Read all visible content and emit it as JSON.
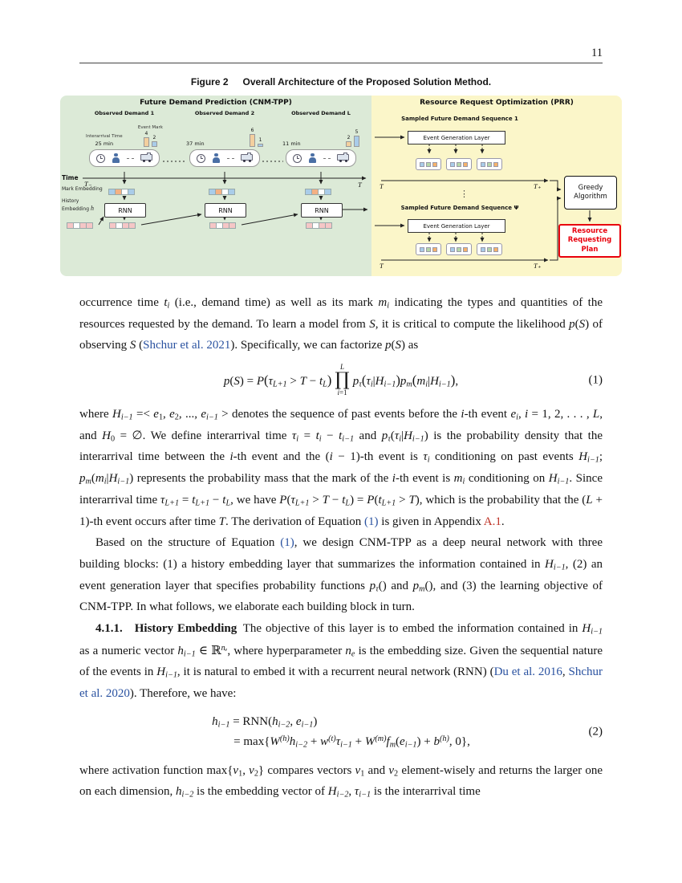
{
  "page_number": "11",
  "figure": {
    "caption": {
      "label": "Figure 2",
      "text": "Overall Architecture of the Proposed Solution Method."
    },
    "colors": {
      "left_bg": "#dcead7",
      "right_bg": "#fbf6c9",
      "plan_red": "#e8000d",
      "link_blue": "#2a52a0",
      "ref_red": "#bf3326"
    },
    "left": {
      "title": "Future Demand Prediction (CNM-TPP)",
      "time_label": "Time",
      "t_start": "T₋",
      "t_end": "T",
      "interarrival_label": "Interarrival Time",
      "event_mark_label": "Event Mark",
      "mark_embedding_label": "Mark Embedding",
      "history_embedding_label": "History Embedding",
      "history_h": "h",
      "rnn_label": "RNN",
      "demands": [
        {
          "label": "Observed Demand 1",
          "minutes": "25 min",
          "bars": [
            {
              "v": 4,
              "c": "#f3cf9e"
            },
            {
              "v": 2,
              "c": "#a9cce9"
            }
          ]
        },
        {
          "label": "Observed Demand 2",
          "minutes": "37 min",
          "bars": [
            {
              "v": 6,
              "c": "#f3cf9e"
            },
            {
              "v": 1,
              "c": "#a9cce9"
            }
          ]
        },
        {
          "label": "Observed Demand L",
          "minutes": "11 min",
          "bars": [
            {
              "v": 2,
              "c": "#f3cf9e"
            },
            {
              "v": 5,
              "c": "#a9cce9"
            }
          ]
        }
      ],
      "mark_cells": [
        "#a9cce9",
        "#f4b183",
        "#ffffff",
        "#a9cce9"
      ],
      "history_cells": [
        "#f5c6c6",
        "#ffffff",
        "#f5c6c6",
        "#f5c6c6"
      ]
    },
    "right": {
      "title": "Resource Request Optimization (PRR)",
      "seq1_label": "Sampled Future Demand Sequence 1",
      "seq2_label": "Sampled Future Demand Sequence Ψ",
      "egl_label": "Event Generation Layer",
      "t_start": "T",
      "t_end": "T₊",
      "ellipsis": "⋮",
      "event_cells": [
        "#a9cce9",
        "#b6d7a8",
        "#f6b26b"
      ],
      "greedy_label": "Greedy Algorithm",
      "plan_label": "Resource Requesting Plan"
    }
  },
  "body": {
    "para1": [
      "occurrence time ",
      {
        "t": "t",
        "s": "i"
      },
      {
        "t": "i",
        "s": "i sub"
      },
      " (i.e., demand time) as well as its mark ",
      {
        "t": "m",
        "s": "i"
      },
      {
        "t": "i",
        "s": "i sub"
      },
      " indicating the types and quantities of the resources requested by the demand. To learn a model from ",
      {
        "t": "S",
        "s": "i"
      },
      ", it is critical to compute the likelihood ",
      {
        "t": "p",
        "s": "i"
      },
      "(",
      {
        "t": "S",
        "s": "i"
      },
      ") of observing ",
      {
        "t": "S",
        "s": "i"
      },
      " (",
      {
        "t": "Shchur et al. 2021",
        "s": "a"
      },
      "). Specifically, we can factorize ",
      {
        "t": "p",
        "s": "i"
      },
      "(",
      {
        "t": "S",
        "s": "i"
      },
      ") as"
    ],
    "eq1": {
      "left": [
        {
          "t": "p",
          "s": "i"
        },
        "(",
        {
          "t": "S",
          "s": "i"
        },
        ") = ",
        {
          "t": "P",
          "s": "i"
        },
        {
          "t": "(",
          "s": "big"
        },
        {
          "t": "τ",
          "s": "i"
        },
        {
          "t": "L+1",
          "s": "i sub"
        },
        " > ",
        {
          "t": "T",
          "s": "i"
        },
        " − ",
        {
          "t": "t",
          "s": "i"
        },
        {
          "t": "L",
          "s": "i sub"
        },
        {
          "t": ")",
          "s": "big"
        }
      ],
      "prod_top": "L",
      "prod_sym": "∏",
      "prod_bot": [
        {
          "t": "i",
          "s": "i"
        },
        "=1"
      ],
      "right": [
        {
          "t": "p",
          "s": "i"
        },
        {
          "t": "τ",
          "s": "i sub"
        },
        {
          "t": "(",
          "s": "big"
        },
        {
          "t": "τ",
          "s": "i"
        },
        {
          "t": "i",
          "s": "i sub"
        },
        "|",
        {
          "t": "H",
          "s": "cal"
        },
        {
          "t": "i−1",
          "s": "i sub"
        },
        {
          "t": ")",
          "s": "big"
        },
        {
          "t": "p",
          "s": "i"
        },
        {
          "t": "m",
          "s": "i sub"
        },
        {
          "t": "(",
          "s": "big"
        },
        {
          "t": "m",
          "s": "i"
        },
        {
          "t": "i",
          "s": "i sub"
        },
        "|",
        {
          "t": "H",
          "s": "cal"
        },
        {
          "t": "i−1",
          "s": "i sub"
        },
        {
          "t": ")",
          "s": "big"
        },
        ","
      ],
      "number": "(1)"
    },
    "para2": [
      "where ",
      {
        "t": "H",
        "s": "cal"
      },
      {
        "t": "i−1",
        "s": "i sub"
      },
      " =< ",
      {
        "t": "e",
        "s": "i"
      },
      {
        "t": "1",
        "s": "sub"
      },
      ", ",
      {
        "t": "e",
        "s": "i"
      },
      {
        "t": "2",
        "s": "sub"
      },
      ", ..., ",
      {
        "t": "e",
        "s": "i"
      },
      {
        "t": "i−1",
        "s": "i sub"
      },
      " > denotes the sequence of past events before the ",
      {
        "t": "i",
        "s": "i"
      },
      "-th event ",
      {
        "t": "e",
        "s": "i"
      },
      {
        "t": "i",
        "s": "i sub"
      },
      ", ",
      {
        "t": "i",
        "s": "i"
      },
      " = 1, 2, . . . , ",
      {
        "t": "L",
        "s": "i"
      },
      ", and ",
      {
        "t": "H",
        "s": "cal"
      },
      {
        "t": "0",
        "s": "sub"
      },
      " = ∅. We define interarrival time ",
      {
        "t": "τ",
        "s": "i"
      },
      {
        "t": "i",
        "s": "i sub"
      },
      " = ",
      {
        "t": "t",
        "s": "i"
      },
      {
        "t": "i",
        "s": "i sub"
      },
      " − ",
      {
        "t": "t",
        "s": "i"
      },
      {
        "t": "i−1",
        "s": "i sub"
      },
      " and ",
      {
        "t": "p",
        "s": "i"
      },
      {
        "t": "τ",
        "s": "i sub"
      },
      "(",
      {
        "t": "τ",
        "s": "i"
      },
      {
        "t": "i",
        "s": "i sub"
      },
      "|",
      {
        "t": "H",
        "s": "cal"
      },
      {
        "t": "i−1",
        "s": "i sub"
      },
      ")",
      " is the probability density that the interarrival time between the ",
      {
        "t": "i",
        "s": "i"
      },
      "-th event and the (",
      {
        "t": "i",
        "s": "i"
      },
      " − 1)-th event is ",
      {
        "t": "τ",
        "s": "i"
      },
      {
        "t": "i",
        "s": "i sub"
      },
      " conditioning on past events ",
      {
        "t": "H",
        "s": "cal"
      },
      {
        "t": "i−1",
        "s": "i sub"
      },
      "; ",
      {
        "t": "p",
        "s": "i"
      },
      {
        "t": "m",
        "s": "i sub"
      },
      "(",
      {
        "t": "m",
        "s": "i"
      },
      {
        "t": "i",
        "s": "i sub"
      },
      "|",
      {
        "t": "H",
        "s": "cal"
      },
      {
        "t": "i−1",
        "s": "i sub"
      },
      ")",
      " represents the probability mass that the mark of the ",
      {
        "t": "i",
        "s": "i"
      },
      "-th event is ",
      {
        "t": "m",
        "s": "i"
      },
      {
        "t": "i",
        "s": "i sub"
      },
      " conditioning on ",
      {
        "t": "H",
        "s": "cal"
      },
      {
        "t": "i−1",
        "s": "i sub"
      },
      ". Since interarrival time ",
      {
        "t": "τ",
        "s": "i"
      },
      {
        "t": "L+1",
        "s": "i sub"
      },
      " = ",
      {
        "t": "t",
        "s": "i"
      },
      {
        "t": "L+1",
        "s": "i sub"
      },
      " − ",
      {
        "t": "t",
        "s": "i"
      },
      {
        "t": "L",
        "s": "i sub"
      },
      ", we have ",
      {
        "t": "P",
        "s": "i"
      },
      "(",
      {
        "t": "τ",
        "s": "i"
      },
      {
        "t": "L+1",
        "s": "i sub"
      },
      " > ",
      {
        "t": "T",
        "s": "i"
      },
      " − ",
      {
        "t": "t",
        "s": "i"
      },
      {
        "t": "L",
        "s": "i sub"
      },
      ") = ",
      {
        "t": "P",
        "s": "i"
      },
      "(",
      {
        "t": "t",
        "s": "i"
      },
      {
        "t": "L+1",
        "s": "i sub"
      },
      " > ",
      {
        "t": "T",
        "s": "i"
      },
      "), which is the probability that the (",
      {
        "t": "L",
        "s": "i"
      },
      " + 1)-th event occurs after time ",
      {
        "t": "T",
        "s": "i"
      },
      ". The derivation of Equation ",
      {
        "t": "(1)",
        "s": "a"
      },
      " is given in Appendix ",
      {
        "t": "A.1",
        "s": "r"
      },
      "."
    ],
    "para3": [
      "Based on the structure of Equation ",
      {
        "t": "(1)",
        "s": "a"
      },
      ", we design CNM-TPP as a deep neural network with three building blocks: (1) a history embedding layer that summarizes the information contained in ",
      {
        "t": "H",
        "s": "cal"
      },
      {
        "t": "i−1",
        "s": "i sub"
      },
      ", (2) an event generation layer that specifies probability functions ",
      {
        "t": "p",
        "s": "i"
      },
      {
        "t": "τ",
        "s": "i sub"
      },
      "() and ",
      {
        "t": "p",
        "s": "i"
      },
      {
        "t": "m",
        "s": "i sub"
      },
      "(), and (3) the learning objective of CNM-TPP. In what follows, we elaborate each building block in turn."
    ],
    "para4": [
      {
        "t": "4.1.1. History Embedding",
        "s": "b"
      },
      " The objective of this layer is to embed the information contained in ",
      {
        "t": "H",
        "s": "cal"
      },
      {
        "t": "i−1",
        "s": "i sub"
      },
      " as a numeric vector ",
      {
        "t": "h",
        "s": "i"
      },
      {
        "t": "i−1",
        "s": "i sub"
      },
      " ∈ ",
      {
        "t": "ℝ",
        "s": "bb"
      },
      {
        "t": "nₑ",
        "s": "i sup"
      },
      ", where hyperparameter ",
      {
        "t": "n",
        "s": "i"
      },
      {
        "t": "e",
        "s": "i sub"
      },
      " is the embedding size. Given the sequential nature of the events in ",
      {
        "t": "H",
        "s": "cal"
      },
      {
        "t": "i−1",
        "s": "i sub"
      },
      ", it is natural to embed it with a recurrent neural network (RNN) (",
      {
        "t": "Du et al. 2016",
        "s": "a"
      },
      ", ",
      {
        "t": "Shchur et al. 2020",
        "s": "a"
      },
      "). Therefore, we have:"
    ],
    "eq2": {
      "line1": [
        {
          "t": "h",
          "s": "i"
        },
        {
          "t": "i−1",
          "s": "i sub"
        },
        " = RNN(",
        {
          "t": "h",
          "s": "i"
        },
        {
          "t": "i−2",
          "s": "i sub"
        },
        ", ",
        {
          "t": "e",
          "s": "i"
        },
        {
          "t": "i−1",
          "s": "i sub"
        },
        ")"
      ],
      "line2": [
        "= max{",
        {
          "t": "W",
          "s": "i"
        },
        {
          "t": "(h)",
          "s": "i sup"
        },
        {
          "t": "h",
          "s": "i"
        },
        {
          "t": "i−2",
          "s": "i sub"
        },
        " + ",
        {
          "t": "w",
          "s": "i"
        },
        {
          "t": "(t)",
          "s": "i sup"
        },
        {
          "t": "τ",
          "s": "i"
        },
        {
          "t": "i−1",
          "s": "i sub"
        },
        " + ",
        {
          "t": "W",
          "s": "i"
        },
        {
          "t": "(m)",
          "s": "i sup"
        },
        {
          "t": "f",
          "s": "i"
        },
        {
          "t": "m",
          "s": "i sub"
        },
        "(",
        {
          "t": "e",
          "s": "i"
        },
        {
          "t": "i−1",
          "s": "i sub"
        },
        ") + ",
        {
          "t": "b",
          "s": "i"
        },
        {
          "t": "(h)",
          "s": "i sup"
        },
        ",  0},"
      ],
      "number": "(2)"
    },
    "para5": [
      "where activation function max{",
      {
        "t": "v",
        "s": "i"
      },
      {
        "t": "1",
        "s": "sub"
      },
      ", ",
      {
        "t": "v",
        "s": "i"
      },
      {
        "t": "2",
        "s": "sub"
      },
      "} compares vectors ",
      {
        "t": "v",
        "s": "i"
      },
      {
        "t": "1",
        "s": "sub"
      },
      " and ",
      {
        "t": "v",
        "s": "i"
      },
      {
        "t": "2",
        "s": "sub"
      },
      " element-wisely and returns the larger one on each dimension, ",
      {
        "t": "h",
        "s": "i"
      },
      {
        "t": "i−2",
        "s": "i sub"
      },
      " is the embedding vector of ",
      {
        "t": "H",
        "s": "cal"
      },
      {
        "t": "i−2",
        "s": "i sub"
      },
      ", ",
      {
        "t": "τ",
        "s": "i"
      },
      {
        "t": "i−1",
        "s": "i sub"
      },
      " is the interarrival time"
    ]
  }
}
